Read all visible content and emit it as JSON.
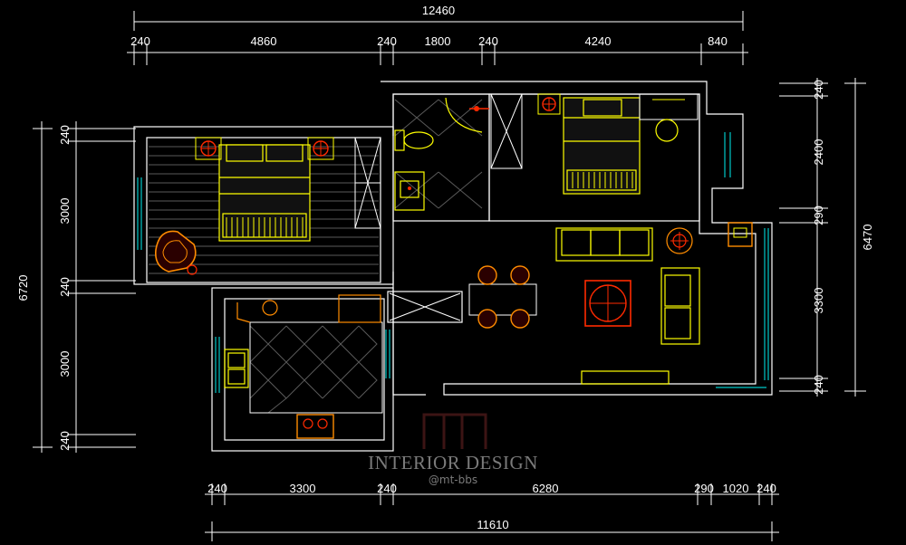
{
  "dimensions": {
    "top_overall": "12460",
    "top_segments": [
      "240",
      "4860",
      "240",
      "1800",
      "240",
      "4240",
      "840"
    ],
    "bottom_overall": "11610",
    "bottom_segments": [
      "240",
      "3300",
      "240",
      "6280",
      "290",
      "1020",
      "240"
    ],
    "left_overall": "6720",
    "left_segments": [
      "240",
      "3000",
      "240",
      "3000",
      "240"
    ],
    "right_overall": "6470",
    "right_segments": [
      "240",
      "2400",
      "290",
      "3300",
      "240"
    ]
  },
  "watermark": {
    "title": "INTERIOR DESIGN",
    "subtitle": "@mt-bbs"
  },
  "colors": {
    "background": "#000000",
    "wall": "#ffffff",
    "furniture": "#ffff00",
    "accent": "#ff2a00",
    "window": "#00c8c8",
    "orange": "#ff8c00",
    "watermark": "#7a7a7a"
  }
}
